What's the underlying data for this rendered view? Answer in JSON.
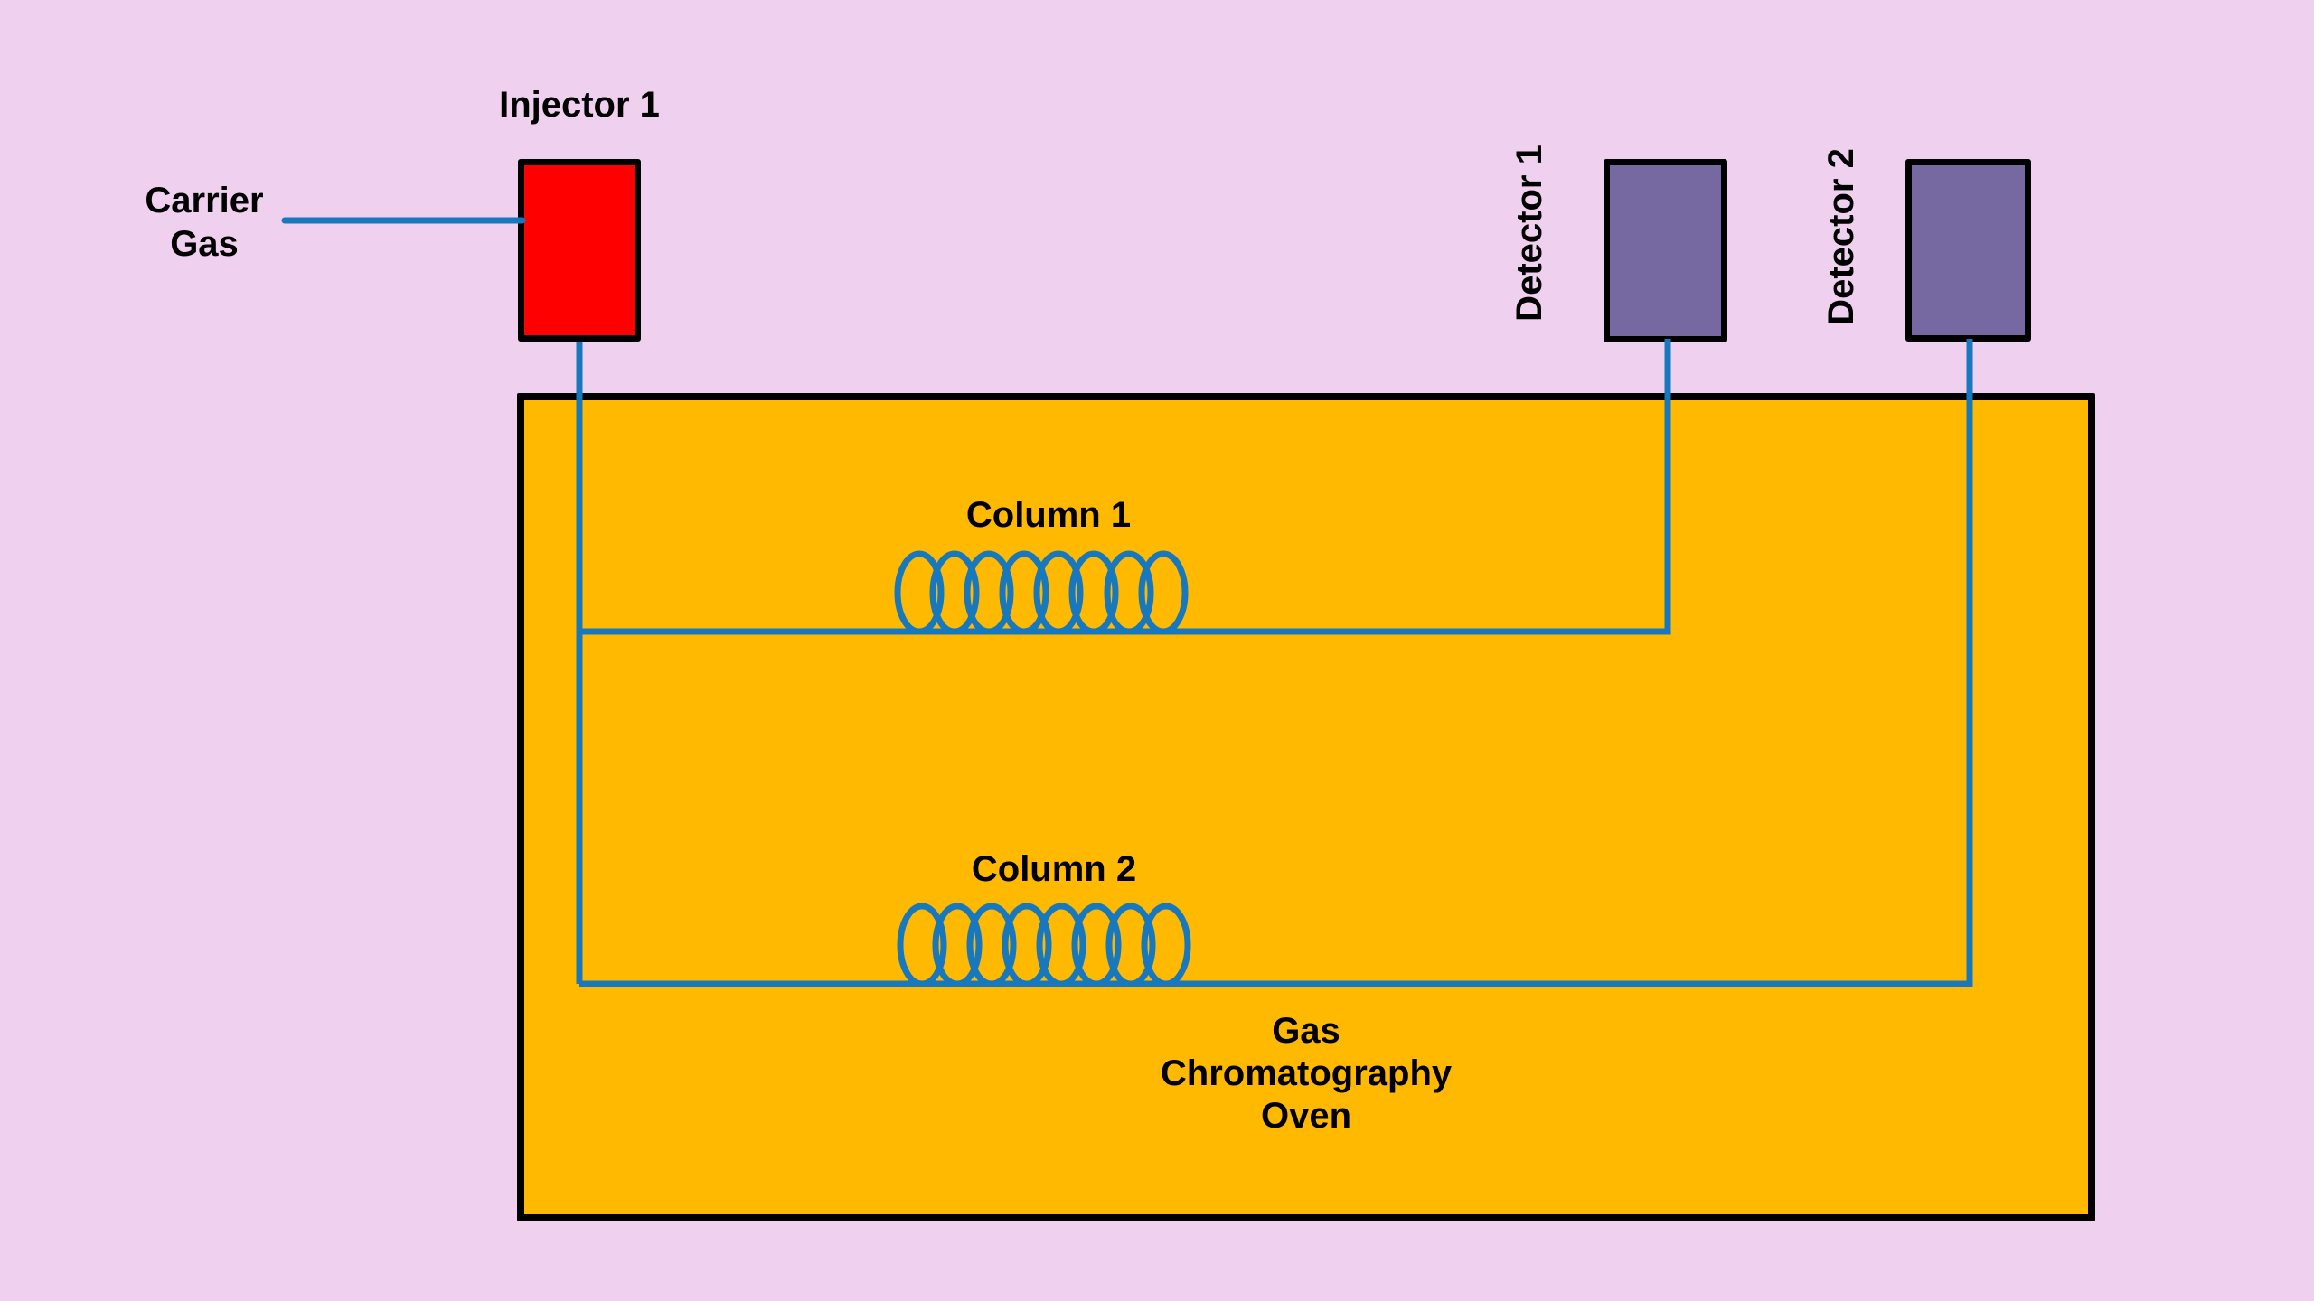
{
  "diagram_title": "Gas Chromatography Oven",
  "labels": {
    "carrier_gas": "Carrier\nGas",
    "injector_1": "Injector 1",
    "detector_1": "Detector 1",
    "detector_2": "Detector 2",
    "column_1": "Column 1",
    "column_2": "Column 2",
    "oven": "Gas Chromatography\nOven"
  },
  "components": {
    "injector": {
      "label": "Injector 1",
      "fill": "#FF0000"
    },
    "detectors": [
      {
        "label": "Detector 1",
        "fill": "#7669A1"
      },
      {
        "label": "Detector 2",
        "fill": "#7669A1"
      }
    ],
    "columns": [
      {
        "label": "Column 1",
        "coil_loops": 8
      },
      {
        "label": "Column 2",
        "coil_loops": 8
      }
    ],
    "oven": {
      "label": "Gas Chromatography\nOven",
      "fill": "#FFB900"
    },
    "carrier_gas": {
      "label": "Carrier\nGas"
    }
  },
  "connections": [
    {
      "from": "Carrier Gas",
      "to": "Injector 1"
    },
    {
      "from": "Injector 1",
      "to": "Column 1"
    },
    {
      "from": "Injector 1",
      "to": "Column 2"
    },
    {
      "from": "Column 1",
      "to": "Detector 1"
    },
    {
      "from": "Column 2",
      "to": "Detector 2"
    }
  ],
  "colors": {
    "background": "#EFD0EE",
    "oven_fill": "#FFB900",
    "injector_fill": "#FF0000",
    "detector_fill": "#7669A1",
    "line_blue": "#1878BE",
    "outline_black": "#000000",
    "text": "#000000"
  }
}
